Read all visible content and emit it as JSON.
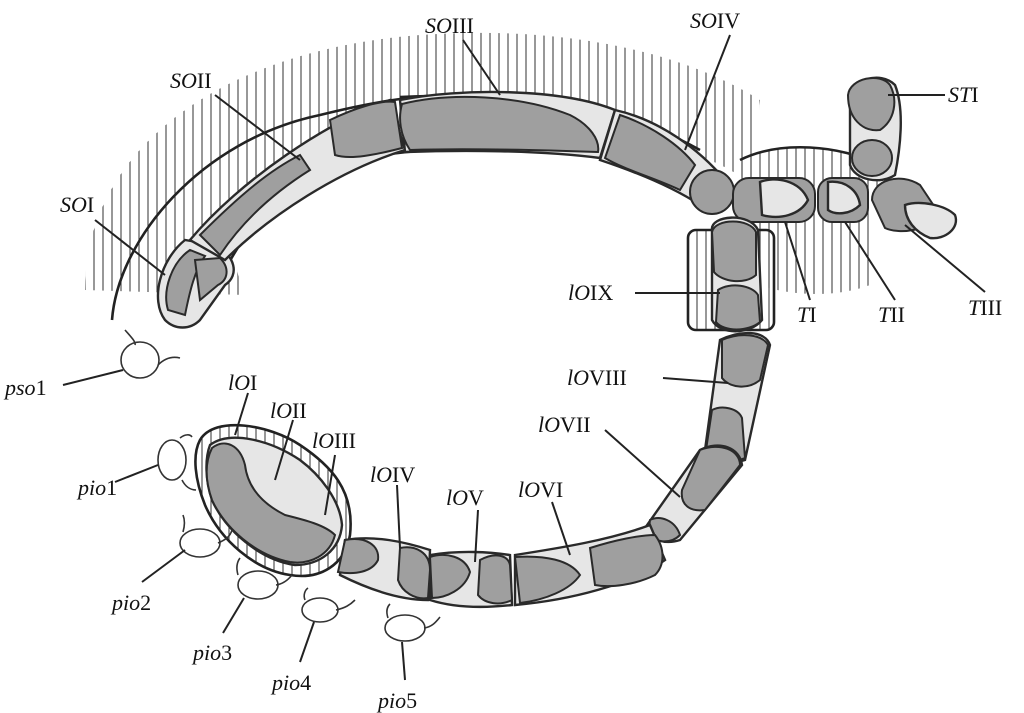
{
  "labels": {
    "SOI": [
      "SO",
      "I"
    ],
    "SOII": [
      "SO",
      "II"
    ],
    "SOIII": [
      "SO",
      "III"
    ],
    "SOIV": [
      "SO",
      "IV"
    ],
    "STI": [
      "ST",
      "I"
    ],
    "TI": [
      "T",
      "I"
    ],
    "TII": [
      "T",
      "II"
    ],
    "TIII": [
      "T",
      "III"
    ],
    "lOIX": [
      "lO",
      "IX"
    ],
    "lOVIII": [
      "lO",
      "VIII"
    ],
    "lOVII": [
      "lO",
      "VII"
    ],
    "lOVI": [
      "lO",
      "VI"
    ],
    "lOV": [
      "lO",
      "V"
    ],
    "lOIV": [
      "lO",
      "IV"
    ],
    "lOIII": [
      "lO",
      "III"
    ],
    "lOII": [
      "lO",
      "II"
    ],
    "lOI": [
      "lO",
      "I"
    ],
    "pso1": [
      "pso",
      "1"
    ],
    "pio1": [
      "pio",
      "1"
    ],
    "pio2": [
      "pio",
      "2"
    ],
    "pio3": [
      "pio",
      "3"
    ],
    "pio4": [
      "pio",
      "4"
    ],
    "pio5": [
      "pio",
      "5"
    ]
  }
}
